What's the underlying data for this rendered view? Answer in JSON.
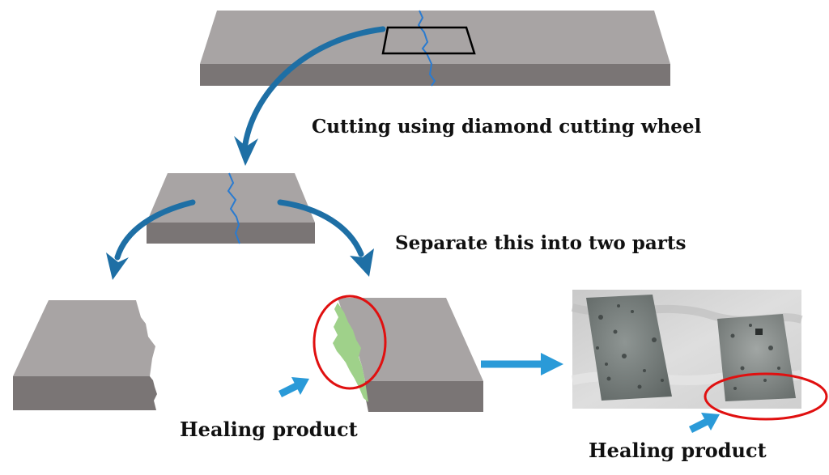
{
  "labels": {
    "cutting": "Cutting using diamond cutting wheel",
    "separate": "Separate this into two parts",
    "healing_left": "Healing product",
    "healing_right": "Healing product"
  },
  "colors": {
    "slab_top": "#a8a4a4",
    "slab_side": "#7a7575",
    "crack": "#2a7bd0",
    "flow_arrow": "#1e6fa5",
    "pointer_arrow": "#2a9ad8",
    "healing_fill": "#9fd18a",
    "highlight_circle": "#e01010"
  }
}
